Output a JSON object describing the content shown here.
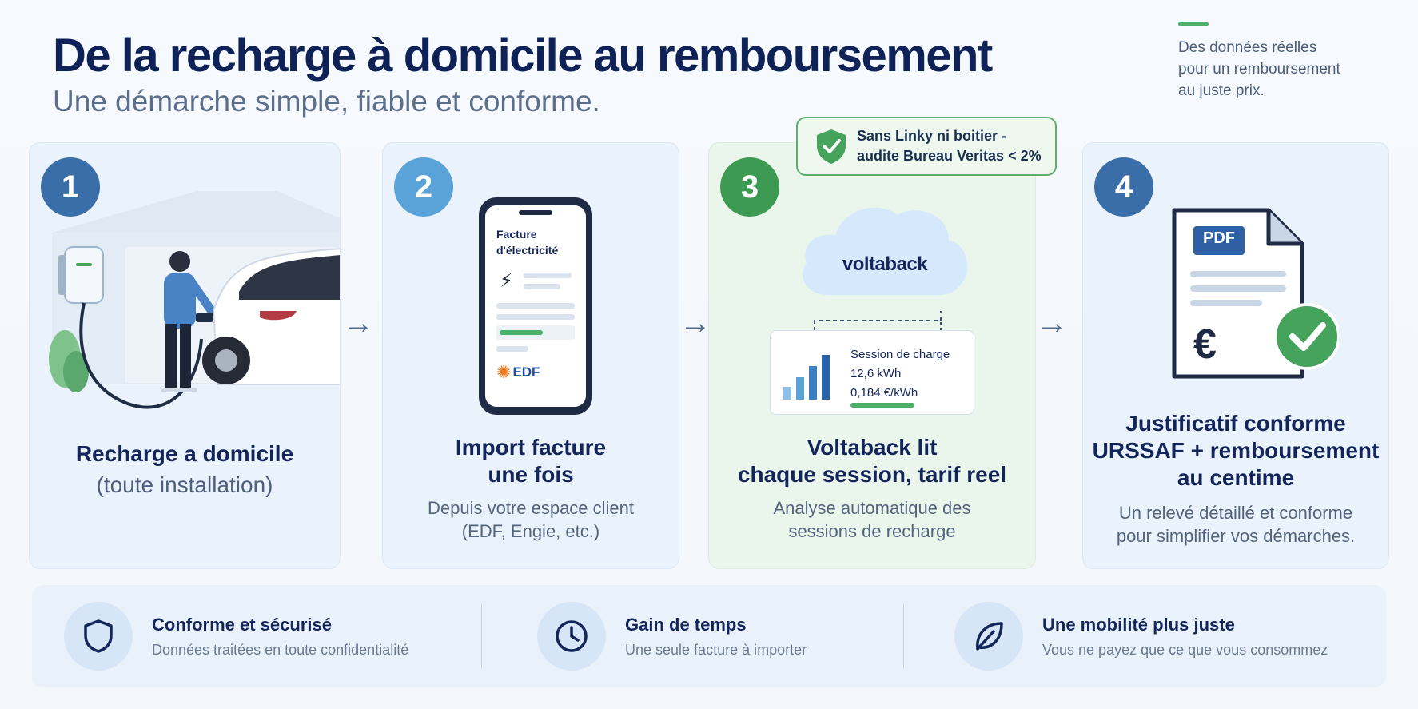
{
  "header": {
    "title": "De la recharge à domicile au remboursement",
    "subtitle": "Une démarche simple, fiable et conforme.",
    "side_note": [
      "Des données réelles",
      "pour un remboursement",
      "au juste prix."
    ]
  },
  "verification": {
    "line1": "Sans Linky ni boitier -",
    "line2": "audite Bureau Veritas < 2%"
  },
  "steps": [
    {
      "number": "1",
      "title": "Recharge a domicile",
      "subtitle": "(toute installation)",
      "color": "#3a6ea8"
    },
    {
      "number": "2",
      "title_lines": [
        "Import facture",
        "une fois"
      ],
      "desc_lines": [
        "Depuis votre espace client",
        "(EDF, Engie, etc.)"
      ],
      "phone": {
        "title_lines": [
          "Facture",
          "d'électricité"
        ],
        "brand": "EDF"
      },
      "color": "#5aa3d8"
    },
    {
      "number": "3",
      "title_lines": [
        "Voltaback lit",
        "chaque session, tarif reel"
      ],
      "desc_lines": [
        "Analyse automatique des",
        "sessions de recharge"
      ],
      "cloud_brand": "voltaback",
      "session": {
        "title": "Session de charge",
        "energy": "12,6 kWh",
        "price": "0,184 €/kWh"
      },
      "color": "#3d9a52"
    },
    {
      "number": "4",
      "title_lines": [
        "Justificatif conforme",
        "URSSAF + remboursement",
        "au centime"
      ],
      "desc_lines": [
        "Un relevé détaillé et conforme",
        "pour simplifier vos démarches."
      ],
      "doc": {
        "label": "PDF",
        "currency": "€"
      },
      "color": "#3a6ea8"
    }
  ],
  "features": [
    {
      "title": "Conforme et sécurisé",
      "desc": "Données traitées en toute confidentialité",
      "icon": "shield-icon"
    },
    {
      "title": "Gain de temps",
      "desc": "Une seule facture à importer",
      "icon": "clock-icon"
    },
    {
      "title": "Une mobilité plus juste",
      "desc": "Vous ne payez que ce que vous consommez",
      "icon": "leaf-icon"
    }
  ],
  "arrow_glyph": "→",
  "colors": {
    "navy": "#0f2257",
    "green": "#3d9a52",
    "blue": "#3a6ea8"
  }
}
